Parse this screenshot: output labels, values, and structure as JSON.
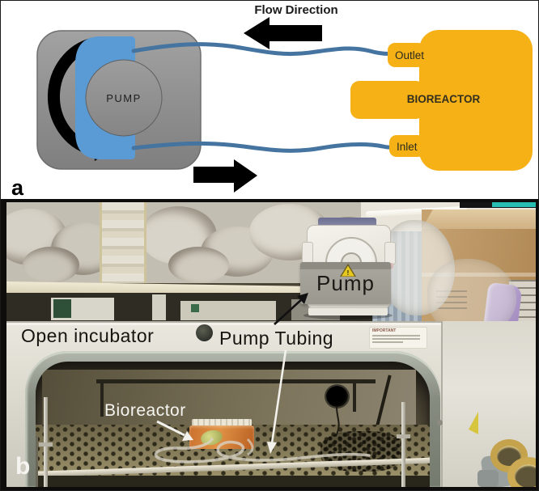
{
  "figure": {
    "panel_a": {
      "label": "a",
      "flow_direction": "Flow Direction",
      "pump_label": "PUMP",
      "bioreactor_label": "BIOREACTOR",
      "outlet_label": "Outlet",
      "inlet_label": "Inlet"
    },
    "panel_b": {
      "label": "b",
      "incubator_label": "Open incubator",
      "pump_label": "Pump",
      "tubing_label": "Pump Tubing",
      "bioreactor_label": "Bioreactor",
      "sticker_title": "IMPORTANT",
      "warning_mark": "!"
    },
    "colors": {
      "bioreactor_yellow": "#F6B117",
      "tube_blue": "#44749F",
      "rotor_blue": "#5B9BD5",
      "housing_gray": "#8F8F8F",
      "annotation_white": "#F5F4F0",
      "annotation_black": "#111111"
    }
  }
}
